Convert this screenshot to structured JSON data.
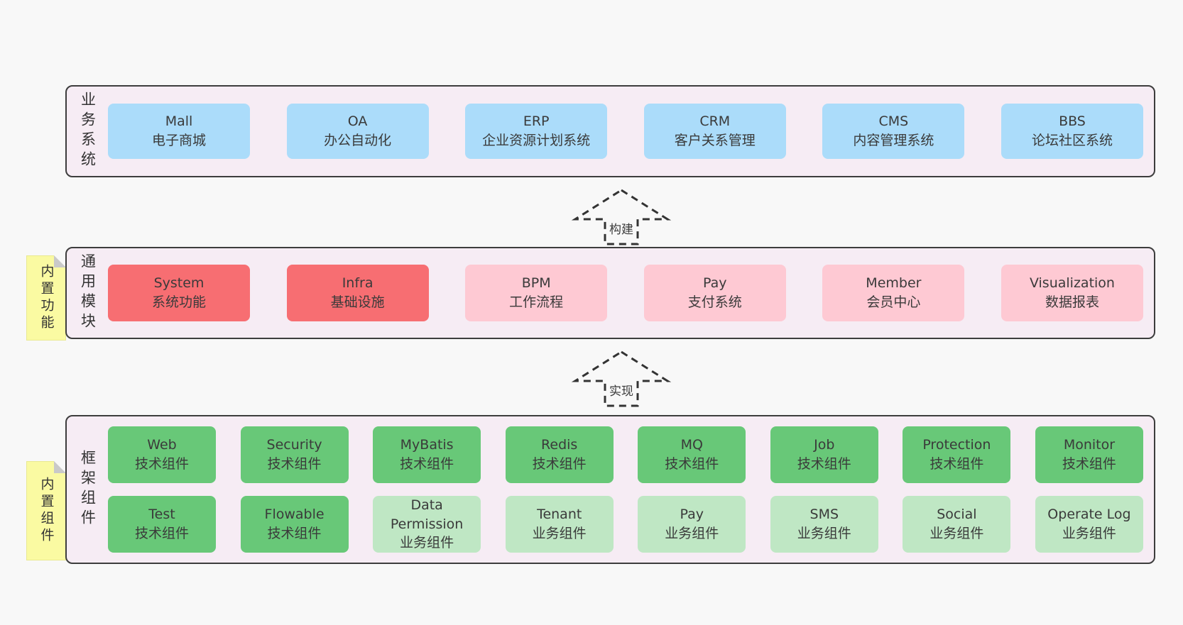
{
  "diagram": {
    "layers": {
      "business": {
        "label": "业务系统",
        "boxes": [
          {
            "name": "Mall",
            "desc": "电子商城",
            "color": "blue"
          },
          {
            "name": "OA",
            "desc": "办公自动化",
            "color": "blue"
          },
          {
            "name": "ERP",
            "desc": "企业资源计划系统",
            "color": "blue"
          },
          {
            "name": "CRM",
            "desc": "客户关系管理",
            "color": "blue"
          },
          {
            "name": "CMS",
            "desc": "内容管理系统",
            "color": "blue"
          },
          {
            "name": "BBS",
            "desc": "论坛社区系统",
            "color": "blue"
          }
        ]
      },
      "modules": {
        "label": "通用模块",
        "sticky": "内置功能",
        "boxes": [
          {
            "name": "System",
            "desc": "系统功能",
            "color": "red"
          },
          {
            "name": "Infra",
            "desc": "基础设施",
            "color": "red"
          },
          {
            "name": "BPM",
            "desc": "工作流程",
            "color": "pink"
          },
          {
            "name": "Pay",
            "desc": "支付系统",
            "color": "pink"
          },
          {
            "name": "Member",
            "desc": "会员中心",
            "color": "pink"
          },
          {
            "name": "Visualization",
            "desc": "数据报表",
            "color": "pink"
          }
        ]
      },
      "framework": {
        "label": "框架组件",
        "sticky": "内置组件",
        "rows": {
          "tech": [
            {
              "name": "Web",
              "desc": "技术组件",
              "color": "green"
            },
            {
              "name": "Security",
              "desc": "技术组件",
              "color": "green"
            },
            {
              "name": "MyBatis",
              "desc": "技术组件",
              "color": "green"
            },
            {
              "name": "Redis",
              "desc": "技术组件",
              "color": "green"
            },
            {
              "name": "MQ",
              "desc": "技术组件",
              "color": "green"
            },
            {
              "name": "Job",
              "desc": "技术组件",
              "color": "green"
            },
            {
              "name": "Protection",
              "desc": "技术组件",
              "color": "green"
            },
            {
              "name": "Monitor",
              "desc": "技术组件",
              "color": "green"
            }
          ],
          "biz": [
            {
              "name": "Test",
              "desc": "技术组件",
              "color": "green"
            },
            {
              "name": "Flowable",
              "desc": "技术组件",
              "color": "green"
            },
            {
              "name": "Data Permission",
              "desc": "业务组件",
              "color": "green-light"
            },
            {
              "name": "Tenant",
              "desc": "业务组件",
              "color": "green-light"
            },
            {
              "name": "Pay",
              "desc": "业务组件",
              "color": "green-light"
            },
            {
              "name": "SMS",
              "desc": "业务组件",
              "color": "green-light"
            },
            {
              "name": "Social",
              "desc": "业务组件",
              "color": "green-light"
            },
            {
              "name": "Operate Log",
              "desc": "业务组件",
              "color": "green-light"
            }
          ]
        }
      }
    },
    "arrows": {
      "build": "构建",
      "implement": "实现"
    },
    "colors": {
      "page_bg": "#f8f8f8",
      "layer_bg": "#f6ecf4",
      "layer_border": "#3d3d3d",
      "business_box": "#abdcfa",
      "core_module_box": "#f76e72",
      "optional_module_box": "#fec9d3",
      "tech_component_box": "#68c878",
      "biz_component_box": "#bfe7c4",
      "sticky_note": "#fafaa2",
      "text": "#3a3a3a"
    }
  }
}
